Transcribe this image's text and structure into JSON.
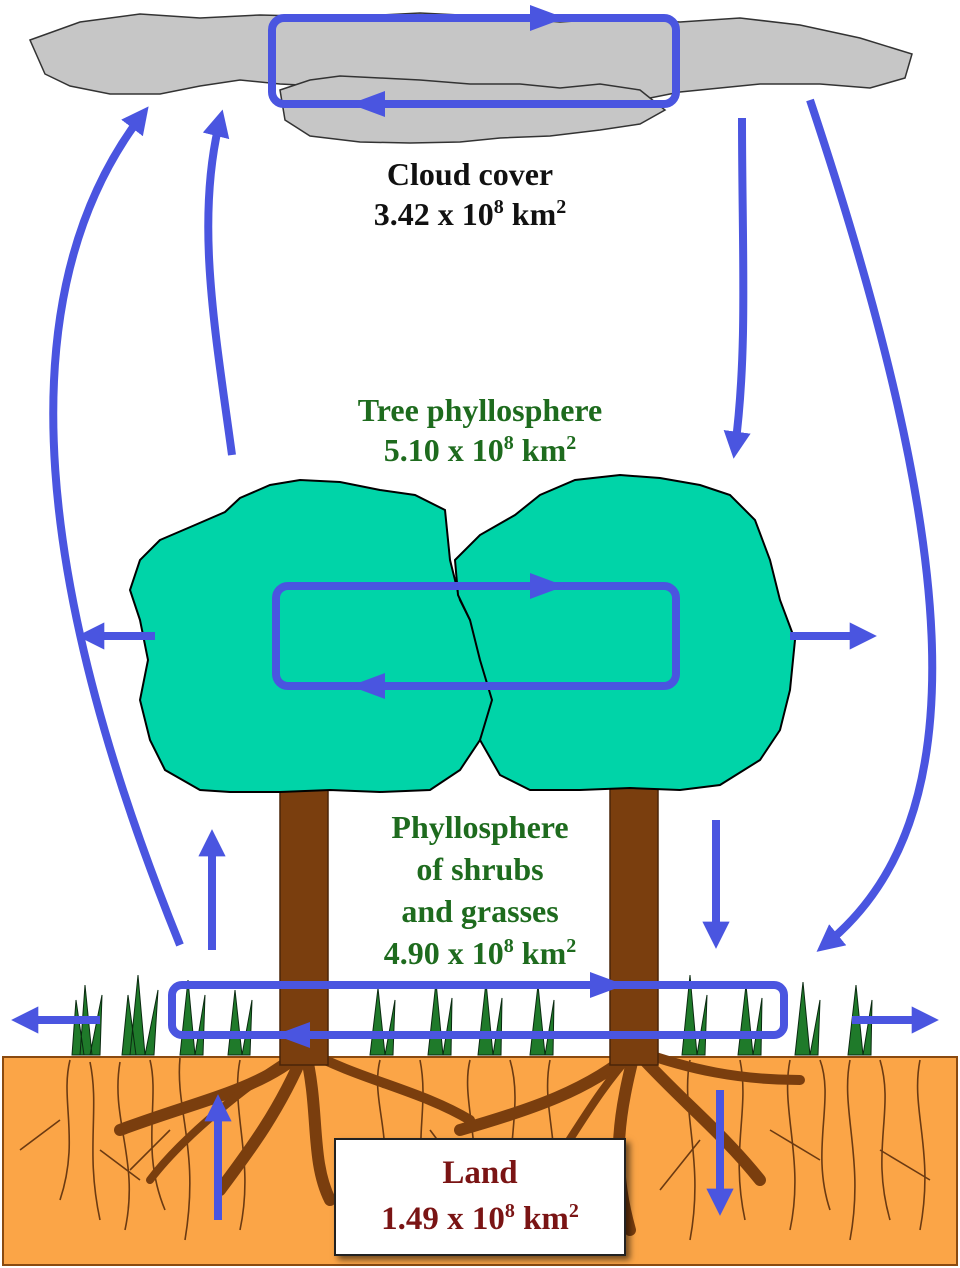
{
  "cloud": {
    "line1": "Cloud cover",
    "value": "3.42 x 10",
    "exp": "8",
    "unit": " km",
    "unit_exp": "2"
  },
  "tree": {
    "line1": "Tree phyllosphere",
    "value": "5.10 x 10",
    "exp": "8",
    "unit": " km",
    "unit_exp": "2"
  },
  "shrubs": {
    "line1": "Phyllosphere",
    "line2": "of shrubs",
    "line3": "and grasses",
    "value": "4.90 x 10",
    "exp": "8",
    "unit": " km",
    "unit_exp": "2"
  },
  "land": {
    "line1": "Land",
    "value": "1.49 x 10",
    "exp": "8",
    "unit": " km",
    "unit_exp": "2"
  },
  "colors": {
    "arrow": "#4a55e0",
    "cloud": "#c6c6c6",
    "canopy": "#00d4a8",
    "trunk": "#7a3e0e",
    "soil": "#fba547",
    "grass": "#1f7a2a",
    "cloud_text": "#111111",
    "green_text": "#1e6b1e",
    "land_text": "#7a1414"
  }
}
